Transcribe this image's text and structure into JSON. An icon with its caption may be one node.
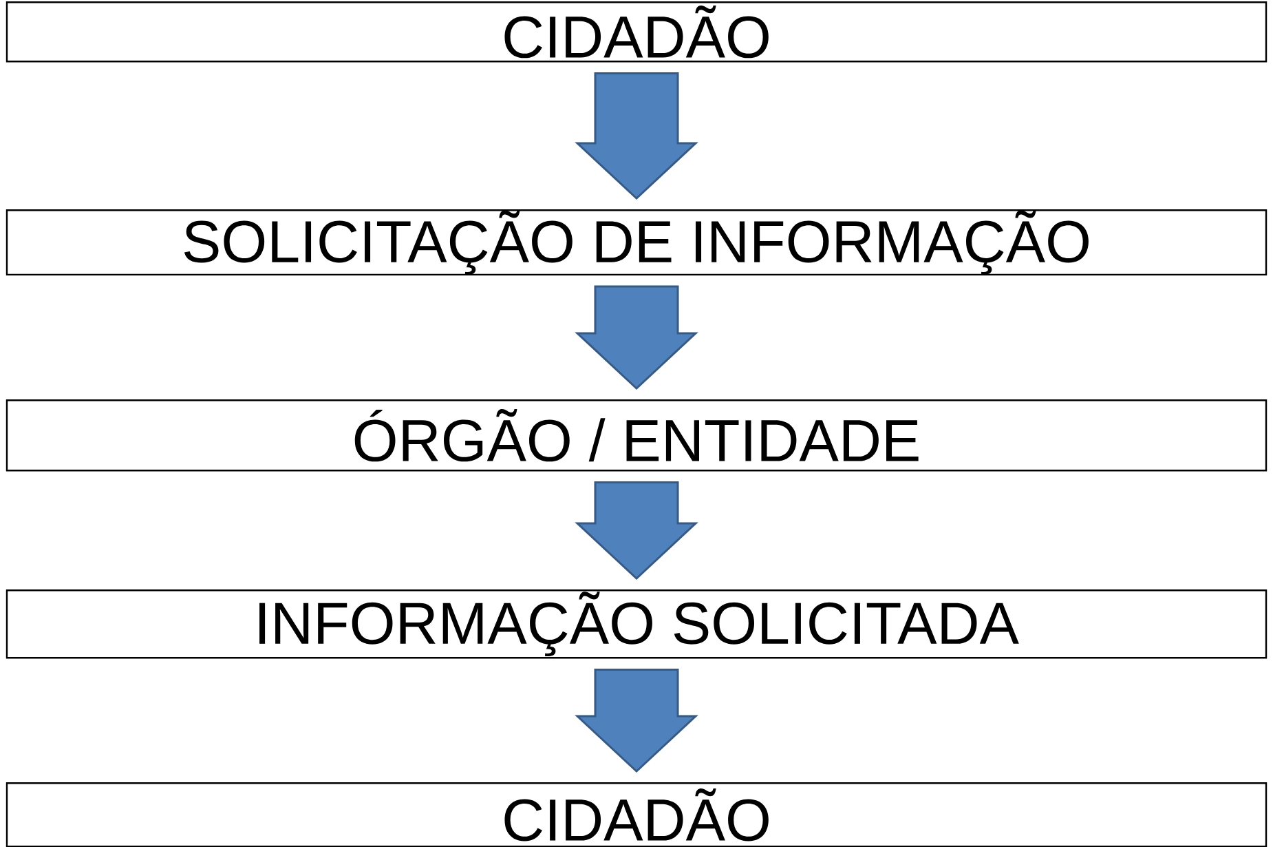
{
  "diagram": {
    "nodes": [
      {
        "text": [
          "CIDADÃO"
        ]
      },
      {
        "text": [
          "SOLICITAÇÃO DE INFORMAÇÃO"
        ]
      },
      {
        "text": [
          "ÓRGÃO / ENTIDADE"
        ]
      },
      {
        "text": [
          "INFORMAÇÃO SOLICITADA"
        ]
      },
      {
        "text": [
          "CIDADÃO"
        ]
      }
    ],
    "edges": [
      {
        "from": 0,
        "to": 1,
        "arrow": "to"
      },
      {
        "from": 1,
        "to": 2,
        "arrow": "to"
      },
      {
        "from": 2,
        "to": 3,
        "arrow": "to"
      },
      {
        "from": 3,
        "to": 4,
        "arrow": "to"
      }
    ]
  }
}
